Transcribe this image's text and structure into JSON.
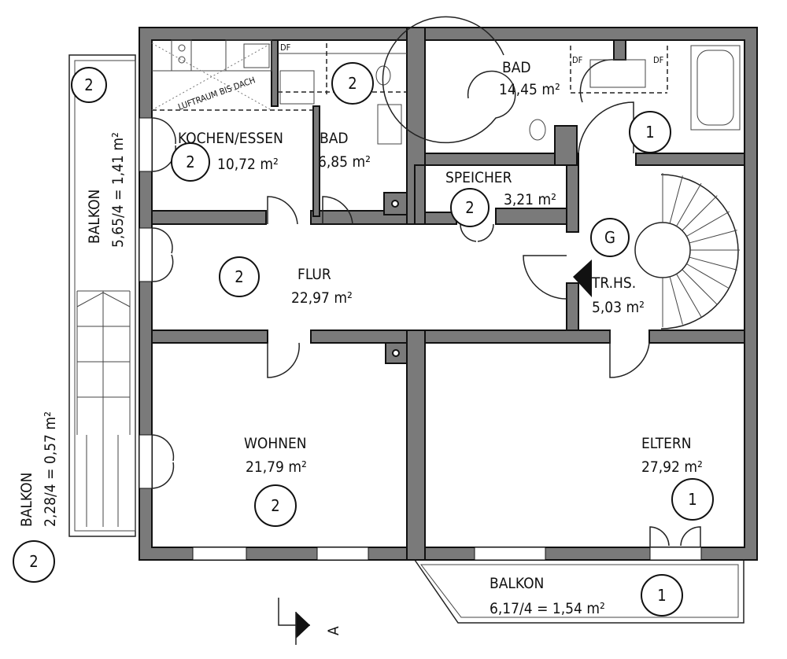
{
  "rooms": {
    "kochen": {
      "name": "KOCHEN/ESSEN",
      "area": "10,72 m²",
      "unit": "2"
    },
    "bad_small": {
      "name": "BAD",
      "area": "6,85 m²",
      "unit": "2",
      "note": "DF"
    },
    "luftraum": "LUFTRAUM BIS DACH",
    "bad_large": {
      "name": "BAD",
      "area": "14,45 m²",
      "unit": "1",
      "note_left": "DF",
      "note_right": "DF"
    },
    "speicher": {
      "name": "SPEICHER",
      "area": "3,21 m²",
      "unit": "2"
    },
    "flur": {
      "name": "FLUR",
      "area": "22,97 m²",
      "unit": "2"
    },
    "treppenhaus": {
      "name": "TR.HS.",
      "area": "5,03 m²",
      "unit": "G"
    },
    "wohnen": {
      "name": "WOHNEN",
      "area": "21,79 m²",
      "unit": "2"
    },
    "eltern": {
      "name": "ELTERN",
      "area": "27,92 m²",
      "unit": "1"
    }
  },
  "balconies": {
    "left_upper": {
      "name": "BALKON",
      "area": "5,65/4 = 1,41 m²",
      "unit": "2"
    },
    "left_lower": {
      "name": "BALKON",
      "area": "2,28/4 = 0,57 m²",
      "unit": "2"
    },
    "bottom": {
      "name": "BALKON",
      "area": "6,17/4 = 1,54 m²",
      "unit": "1"
    }
  },
  "section_marker": "A"
}
